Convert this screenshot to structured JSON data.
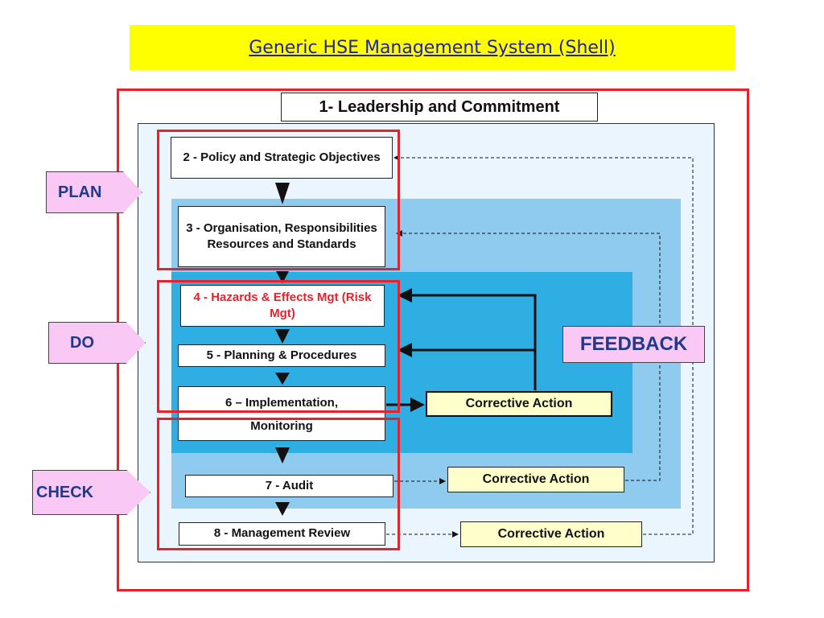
{
  "title": "Generic HSE Management System  (Shell)",
  "leadership": "1- Leadership and Commitment",
  "steps": {
    "s2": "2 - Policy and Strategic Objectives",
    "s3": "3 - Organisation, Responsibilities Resources and Standards",
    "s4": "4 - Hazards & Effects Mgt (Risk Mgt)",
    "s5": "5 - Planning & Procedures",
    "s6a": "6 – Implementation,",
    "s6b": "Monitoring",
    "s7": "7 - Audit",
    "s8": "8 - Management Review"
  },
  "corrective_action": [
    "Corrective Action",
    "Corrective Action",
    "Corrective Action"
  ],
  "labels": {
    "plan": "PLAN",
    "do": "DO",
    "check": "CHECK",
    "feedback": "FEEDBACK"
  },
  "colors": {
    "title_bg": "#ffff00",
    "title_text": "#1f1fa8",
    "frame_red": "#e8212b",
    "layer_light": "#eaf5fd",
    "layer_mid": "#8ecbef",
    "layer_dark": "#2eaee3",
    "tag_pink": "#f9c8f4",
    "corrective_bg": "#ffffcc"
  }
}
